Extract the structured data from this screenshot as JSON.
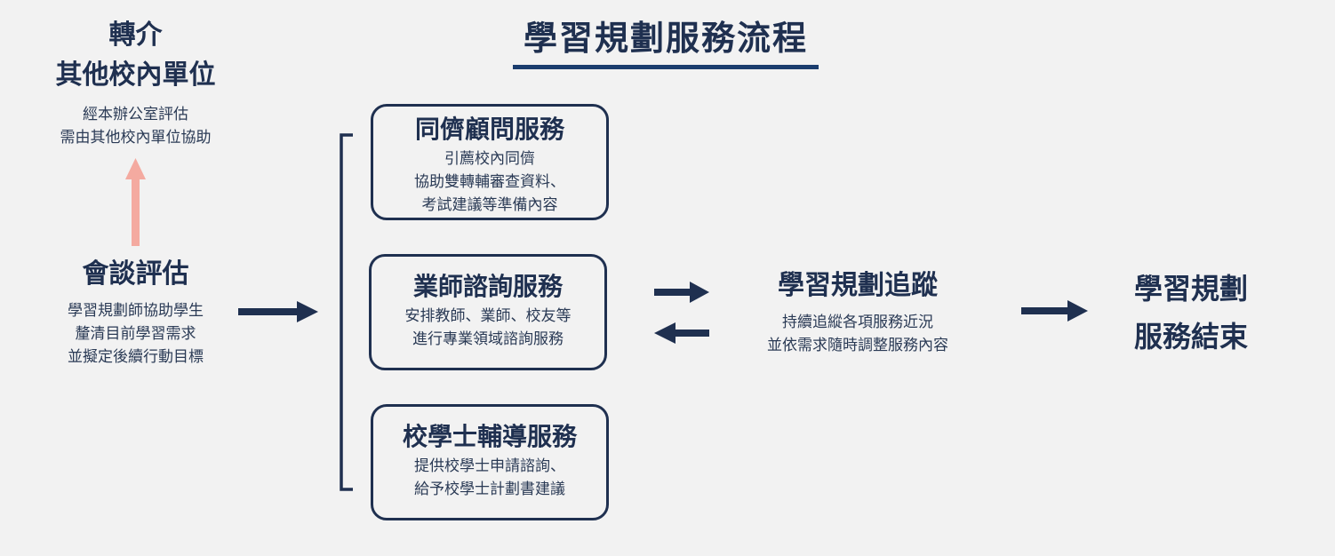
{
  "title": "學習規劃服務流程",
  "referral": {
    "head_line1": "轉介",
    "head_line2": "其他校內單位",
    "desc_line1": "經本辦公室評估",
    "desc_line2": "需由其他校內單位協助"
  },
  "interview": {
    "head": "會談評估",
    "desc_line1": "學習規劃師協助學生",
    "desc_line2": "釐清目前學習需求",
    "desc_line3": "並擬定後續行動目標"
  },
  "services": [
    {
      "head": "同儕顧問服務",
      "desc": [
        "引薦校內同儕",
        "協助雙轉輔審查資料、",
        "考試建議等準備內容"
      ]
    },
    {
      "head": "業師諮詢服務",
      "desc": [
        "安排教師、業師、校友等",
        "進行專業領域諮詢服務"
      ]
    },
    {
      "head": "校學士輔導服務",
      "desc": [
        "提供校學士申請諮詢、",
        "給予校學士計劃書建議"
      ]
    }
  ],
  "tracking": {
    "head": "學習規劃追蹤",
    "desc_line1": "持續追縱各項服務近況",
    "desc_line2": "並依需求隨時調整服務內容"
  },
  "end": {
    "head_line1": "學習規劃",
    "head_line2": "服務結束"
  },
  "colors": {
    "primary": "#1f3050",
    "underline": "#1b3d6e",
    "referral_arrow": "#f4aaa0",
    "background": "#f2f2f2"
  }
}
